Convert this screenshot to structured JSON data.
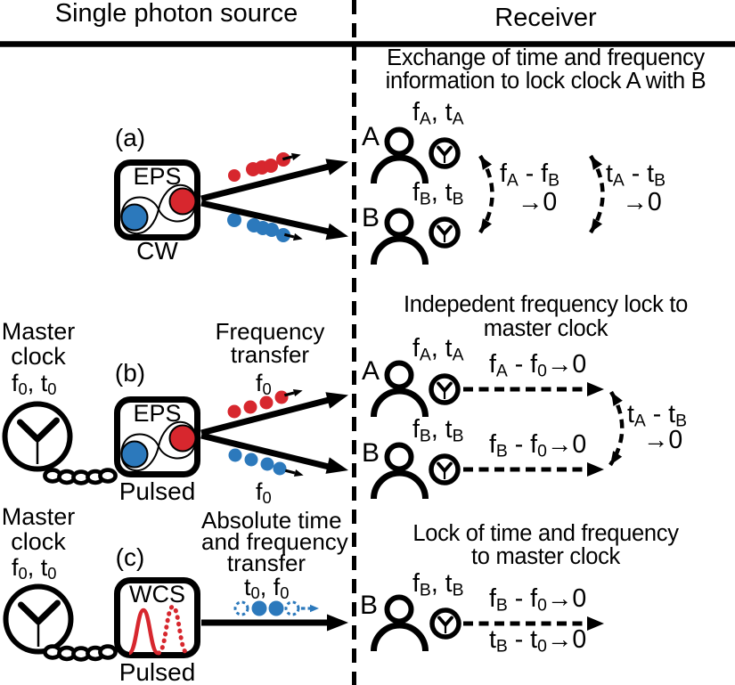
{
  "colors": {
    "black": "#000000",
    "red": "#d7272e",
    "blue": "#2c79bc",
    "background": "#ffffff"
  },
  "icons": {
    "master_clock": "analog-clock-icon",
    "receiver_clock": "small-analog-clock-icon",
    "person": "person-silhouette-icon",
    "entangled_pair": "entangled-photon-pair-infinity-icon",
    "fiber_chain": "fiber-link-chain-icon",
    "wcs_pulses": "gaussian-pulse-solid-and-dotted-icon",
    "photon_red": "red-photon-dot",
    "photon_blue": "blue-photon-dot",
    "empty_pulse": "dashed-empty-pulse-circle"
  },
  "header": {
    "left": "Single photon source",
    "right": "Receiver"
  },
  "panels": {
    "a": {
      "tag": "(a)",
      "source_label": "EPS",
      "source_mode": "CW",
      "title1": "Exchange of time and frequency",
      "title2": "information to lock clock A with B",
      "nodeA": {
        "name": "A",
        "clock": [
          [
            "f",
            "A"
          ],
          [
            ", t",
            "A"
          ]
        ]
      },
      "nodeB": {
        "name": "B",
        "clock": [
          [
            "f",
            "B"
          ],
          [
            ", t",
            "B"
          ]
        ]
      },
      "eq_freq": {
        "top": [
          [
            "f",
            "A"
          ],
          [
            " - f",
            "B"
          ]
        ],
        "bottom": "→0"
      },
      "eq_time": {
        "top": [
          [
            "t",
            "A"
          ],
          [
            " - t",
            "B"
          ]
        ],
        "bottom": "→0"
      }
    },
    "b": {
      "tag": "(b)",
      "master1": "Master",
      "master2": "clock",
      "master_vals": [
        [
          "f",
          "0"
        ],
        [
          ", t",
          "0"
        ]
      ],
      "source_label": "EPS",
      "source_mode": "Pulsed",
      "transfer1": "Frequency",
      "transfer2": "transfer",
      "f0_top": [
        [
          "f",
          "0"
        ]
      ],
      "f0_bottom": [
        [
          "f",
          "0"
        ]
      ],
      "title1": "Indepedent frequency lock to",
      "title2": "master clock",
      "nodeA": {
        "name": "A",
        "clock": [
          [
            "f",
            "A"
          ],
          [
            ", t",
            "A"
          ]
        ],
        "eq": [
          [
            "f",
            "A"
          ],
          [
            " - f",
            "0"
          ],
          [
            "→0",
            ""
          ]
        ]
      },
      "nodeB": {
        "name": "B",
        "clock": [
          [
            "f",
            "B"
          ],
          [
            ", t",
            "B"
          ]
        ],
        "eq": [
          [
            "f",
            "B"
          ],
          [
            " - f",
            "0"
          ],
          [
            "→0",
            ""
          ]
        ]
      },
      "eq_time": {
        "top": [
          [
            "t",
            "A"
          ],
          [
            " - t",
            "B"
          ]
        ],
        "bottom": "→0"
      }
    },
    "c": {
      "tag": "(c)",
      "master1": "Master",
      "master2": "clock",
      "master_vals": [
        [
          "f",
          "0"
        ],
        [
          ", t",
          "0"
        ]
      ],
      "source_label": "WCS",
      "source_mode": "Pulsed",
      "transfer1": "Absolute time",
      "transfer2": "and frequency",
      "transfer3": "transfer",
      "pulse_vals": [
        [
          "t",
          "0"
        ],
        [
          ", f",
          "0"
        ]
      ],
      "title1": "Lock of time and frequency",
      "title2": "to master clock",
      "nodeB": {
        "name": "B",
        "clock": [
          [
            "f",
            "B"
          ],
          [
            ", t",
            "B"
          ]
        ],
        "eq_freq": [
          [
            "f",
            "B"
          ],
          [
            " - f",
            "0"
          ],
          [
            "→0",
            ""
          ]
        ],
        "eq_time": [
          [
            "t",
            "B"
          ],
          [
            " - t",
            "0"
          ],
          [
            "→0",
            ""
          ]
        ]
      }
    }
  }
}
